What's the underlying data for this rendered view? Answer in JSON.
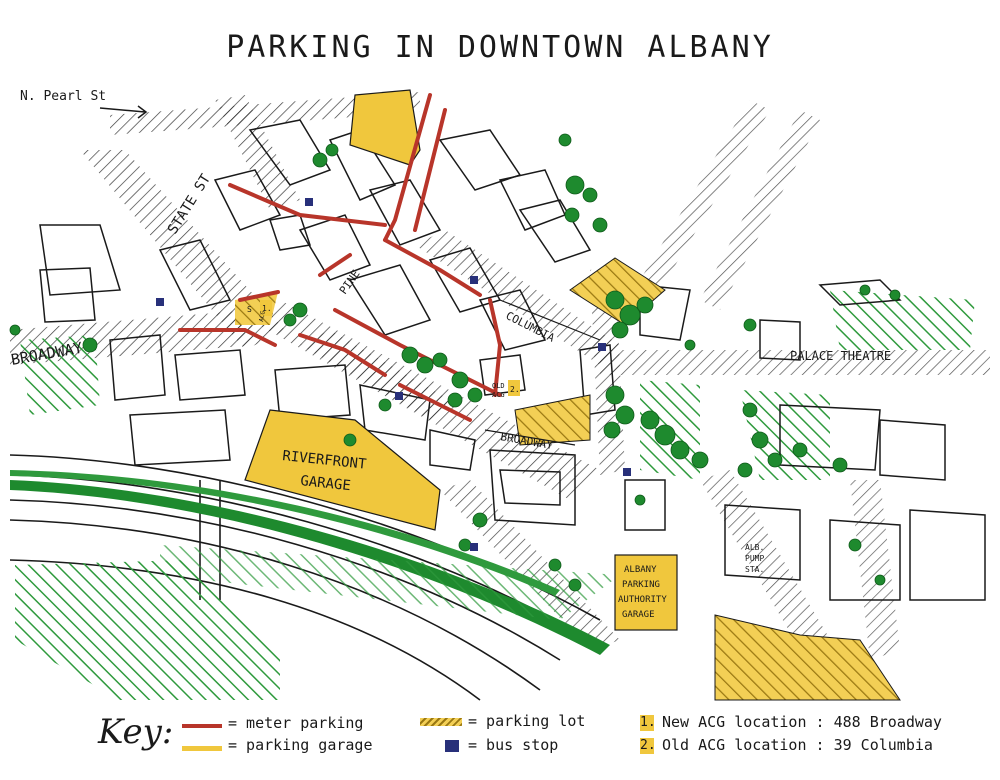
{
  "title": "PARKING IN DOWNTOWN ALBANY",
  "labels": {
    "n_pearl": "N. Pearl St",
    "state_st": "STATE ST",
    "broadway": "BROADWAY",
    "pine": "PINE",
    "columbia": "COLUMBIA",
    "broadway_lower": "BROADWAY",
    "riverfront_1": "RIVERFRONT",
    "riverfront_2": "GARAGE",
    "palace": "PALACE THEATRE",
    "apa_1": "ALBANY",
    "apa_2": "PARKING",
    "apa_3": "AUTHORITY",
    "apa_4": "GARAGE",
    "pump_1": "ALB.",
    "pump_2": "PUMP",
    "pump_3": "STA.",
    "old_acg_1": "OLD",
    "old_acg_2": "ACG",
    "marker_1": "1.",
    "marker_2": "2.",
    "acg_small_1": "ACG",
    "acg_small_2": "S"
  },
  "key": {
    "title": "Key:",
    "meter": "= meter parking",
    "garage": "= parking garage",
    "lot": "= parking lot",
    "bus": "= bus stop",
    "new_num": "1.",
    "new_acg": "New ACG location : 488 Broadway",
    "old_num": "2.",
    "old_acg": "Old ACG location : 39 Columbia"
  },
  "colors": {
    "meter": "#b8352a",
    "garage": "#f0c73d",
    "lot": "#d3a317",
    "bus": "#28307a",
    "trees": "#1e8a2e",
    "park_hatch": "#2f9a3d",
    "ink": "#1a1a1a"
  }
}
